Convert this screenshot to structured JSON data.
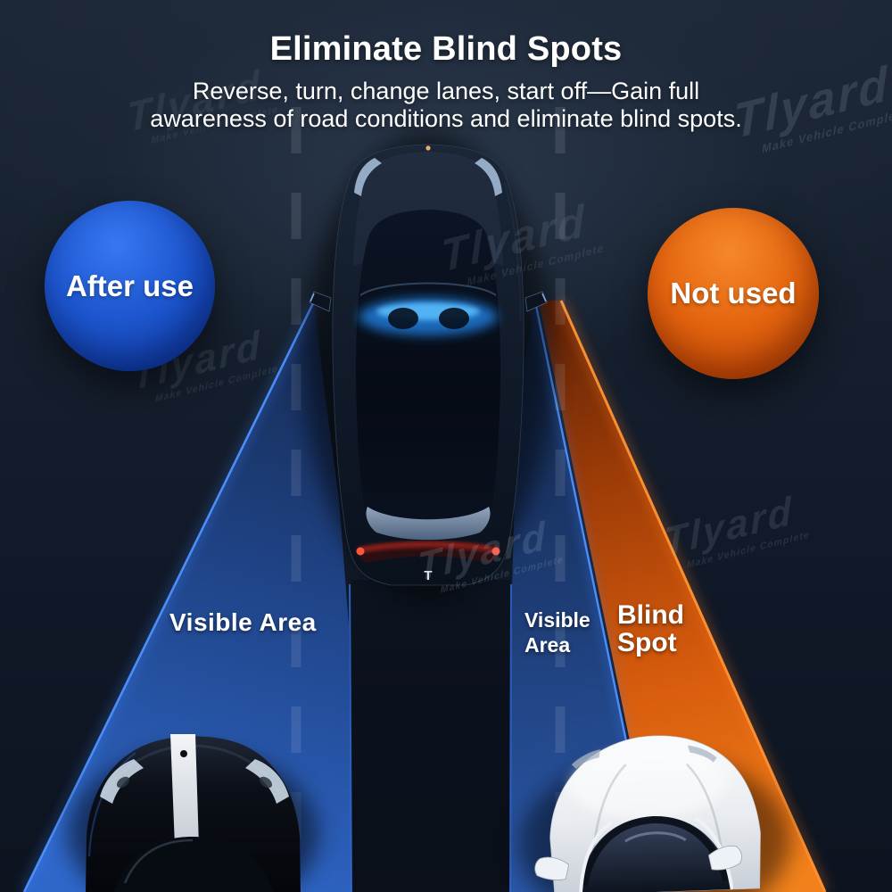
{
  "header": {
    "title": "Eliminate Blind Spots",
    "subtitle_line1": "Reverse, turn, change lanes, start off—Gain full",
    "subtitle_line2": "awareness of road conditions and eliminate blind spots."
  },
  "badges": {
    "after_use": {
      "label": "After use",
      "color": "#1e57d0"
    },
    "not_used": {
      "label": "Not used",
      "color": "#e4650f"
    }
  },
  "zones": {
    "visible_left": "Visible Area",
    "visible_right": "Visible Area",
    "blind_spot": "Blind Spot"
  },
  "ego_car": {
    "emblem": "T"
  },
  "watermark": {
    "brand": "Tlyard",
    "tagline": "Make Vehicle Complete"
  },
  "colors": {
    "background": "#121a28",
    "visible_zone_blue": "#2f67c9",
    "blind_zone_orange": "#e8670f",
    "edge_blue": "#3d85ff",
    "edge_orange": "#ff8e2e"
  }
}
